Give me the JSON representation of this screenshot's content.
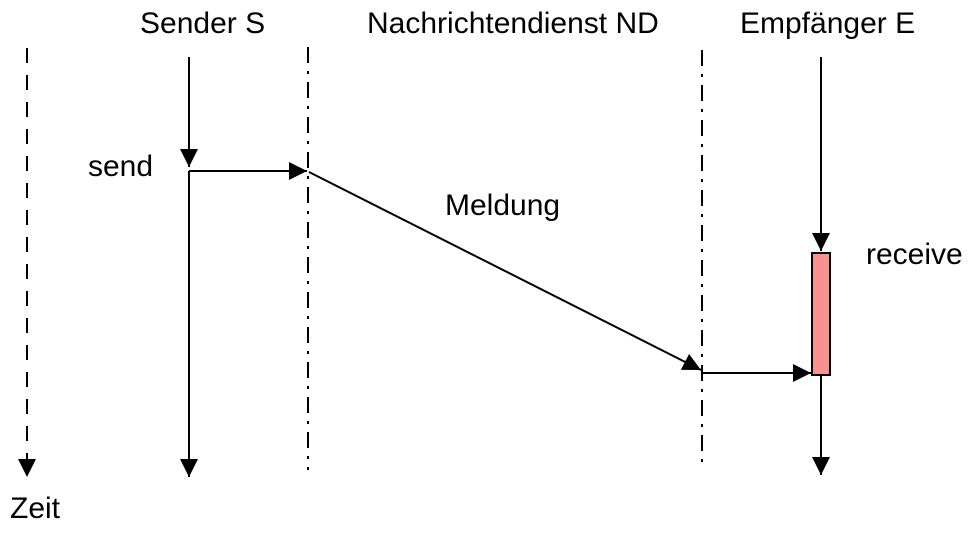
{
  "diagram": {
    "actors": [
      {
        "id": "sender",
        "label": "Sender S"
      },
      {
        "id": "service",
        "label": "Nachrichtendienst ND"
      },
      {
        "id": "receiver",
        "label": "Empfänger E"
      }
    ],
    "messages": [
      {
        "id": "send",
        "label": "send"
      },
      {
        "id": "meldung",
        "label": "Meldung"
      },
      {
        "id": "receive",
        "label": "receive"
      }
    ],
    "time_axis": {
      "label": "Zeit"
    },
    "colors": {
      "stroke": "#000000",
      "activation_fill": "#FA9191",
      "background": "#FFFFFF"
    }
  }
}
